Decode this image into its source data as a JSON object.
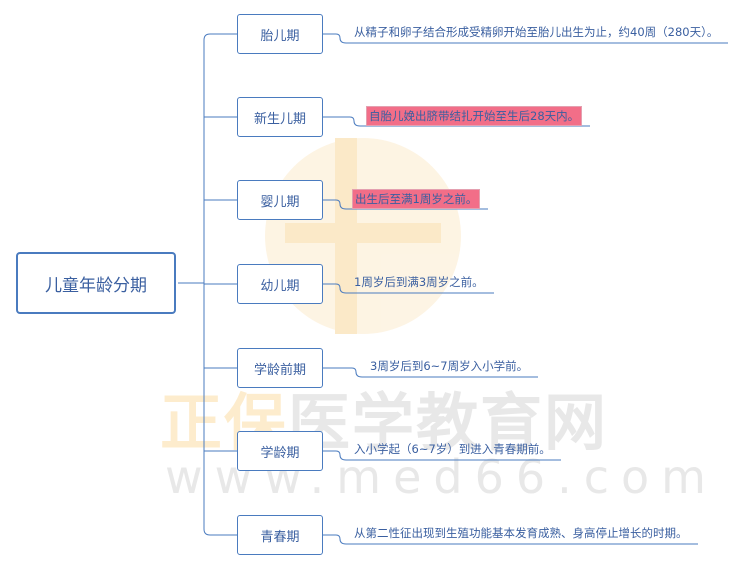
{
  "root": {
    "label": "儿童年龄分期"
  },
  "stages": [
    {
      "label": "胎儿期",
      "description": "从精子和卵子结合形成受精卵开始至胎儿出生为止，约40周（280天）。",
      "highlight": false
    },
    {
      "label": "新生儿期",
      "description": "自胎儿娩出脐带结扎开始至生后28天内。",
      "highlight": true
    },
    {
      "label": "婴儿期",
      "description": "出生后至满1周岁之前。",
      "highlight": true
    },
    {
      "label": "幼儿期",
      "description": "1周岁后到满3周岁之前。",
      "highlight": false
    },
    {
      "label": "学龄前期",
      "description": "3周岁后到6~7周岁入小学前。",
      "highlight": false
    },
    {
      "label": "学龄期",
      "description": "入小学起（6~7岁）到进入青春期前。",
      "highlight": false
    },
    {
      "label": "青春期",
      "description": "从第二性征出现到生殖功能基本发育成熟、身高停止增长的时期。",
      "highlight": false
    }
  ],
  "watermark": {
    "brand_a": "正保",
    "brand_b": "医学教育网",
    "url": "www.med66.com"
  },
  "colors": {
    "line": "#4a7bbf",
    "text": "#3a5fa0",
    "highlight": "#f26e88"
  }
}
